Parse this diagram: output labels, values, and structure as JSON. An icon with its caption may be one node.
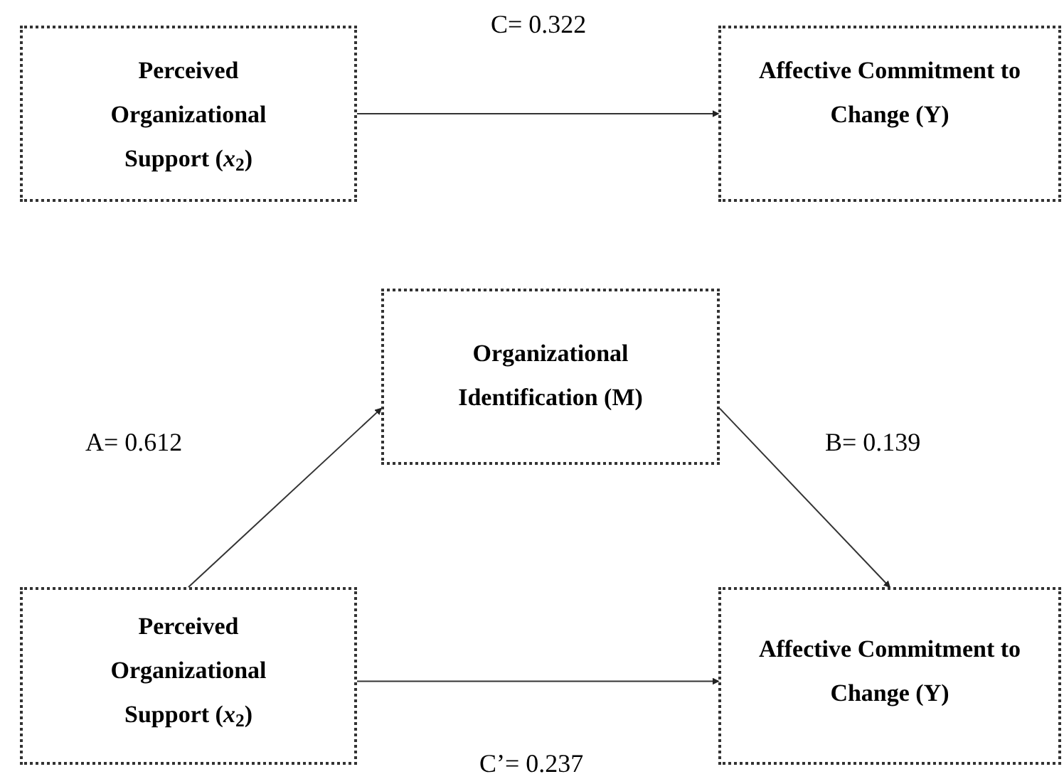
{
  "diagram": {
    "nodes": [
      {
        "text": [
          "Perceived Organizational Support (*x*$_{2}$)"
        ]
      },
      {
        "text": [
          "Affective Commitment to Change (Y)"
        ]
      },
      {
        "text": [
          "Organizational Identification (M)"
        ]
      },
      {
        "text": [
          "Perceived Organizational Support (*x*$_{2}$)"
        ]
      },
      {
        "text": [
          "Affective Commitment to Change (Y)"
        ]
      }
    ],
    "edges": [
      {
        "from": 0,
        "to": 1,
        "arrow": "to",
        "label": "C= 0.322"
      },
      {
        "from": 3,
        "to": 2,
        "arrow": "to",
        "label": "A= 0.612"
      },
      {
        "from": 2,
        "to": 4,
        "arrow": "to",
        "label": "B= 0.139"
      },
      {
        "from": 3,
        "to": 4,
        "arrow": "to",
        "label": "C’= 0.237"
      }
    ]
  }
}
